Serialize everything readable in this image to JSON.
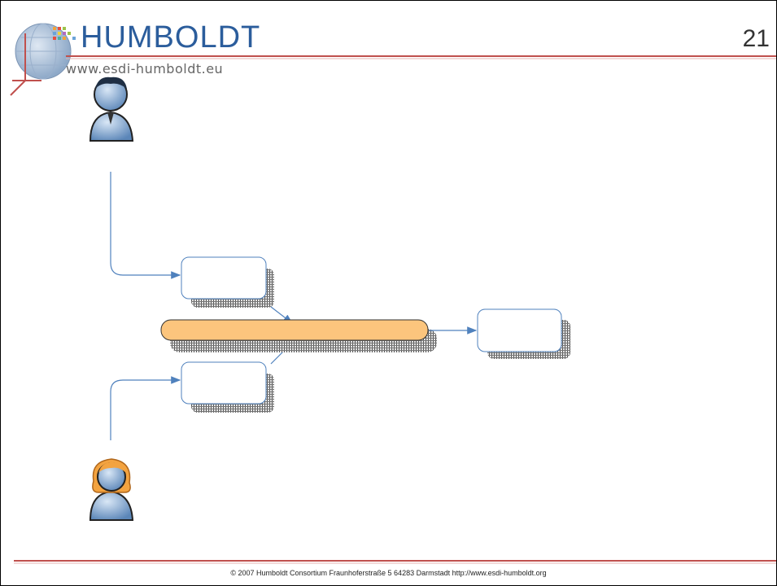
{
  "header": {
    "logo_title": "HUMBOLDT",
    "logo_url": "www.esdi-humboldt.eu",
    "slide_number": "21",
    "rule_color": "#c0504d"
  },
  "diagram": {
    "process_bar_color": "#fcc57d",
    "connector_color": "#4f81bd",
    "actors": [
      "person-male-icon",
      "person-female-icon"
    ]
  },
  "footer": {
    "text": "© 2007 Humboldt Consortium   Fraunhoferstraße 5   64283 Darmstadt   http://www.esdi-humboldt.org"
  }
}
